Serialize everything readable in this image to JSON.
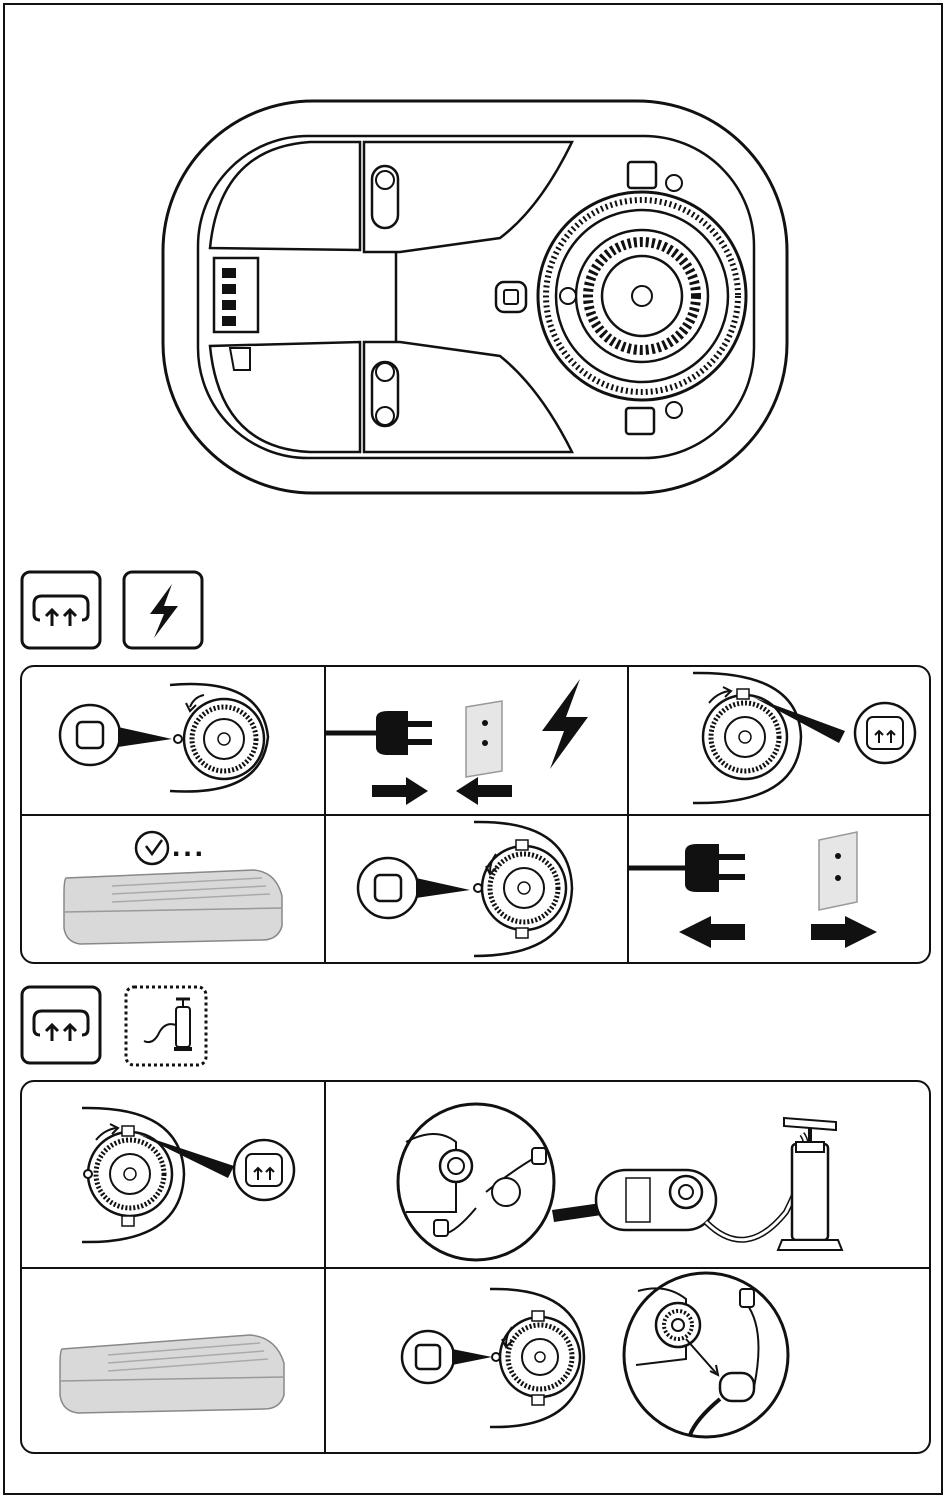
{
  "manual": {
    "icons": {
      "valve_diagram": "pump-valve-top-view",
      "inflate": "inflate-mode-icon",
      "electric": "lightning-icon",
      "manual_pump": "hand-pump-icon",
      "clock": "clock-icon",
      "outlet": "wall-outlet-icon",
      "plug": "power-plug-icon",
      "mattress": "air-mattress-icon"
    },
    "sections": [
      {
        "mode": "inflate",
        "power": "electric",
        "steps": [
          "open-valve",
          "plug-in",
          "turn-dial-inflate",
          "wait-inflating",
          "close-valve",
          "unplug"
        ],
        "wait_indicator": "..."
      },
      {
        "mode": "inflate",
        "power": "manual-pump",
        "steps": [
          "turn-dial-inflate",
          "attach-hand-pump",
          "inflated-mattress",
          "close-valve-detach"
        ]
      }
    ],
    "colors": {
      "line": "#111111",
      "fill": "#ffffff",
      "mattress": "#d9d9d9",
      "outlet": "#e6e6e6"
    }
  }
}
